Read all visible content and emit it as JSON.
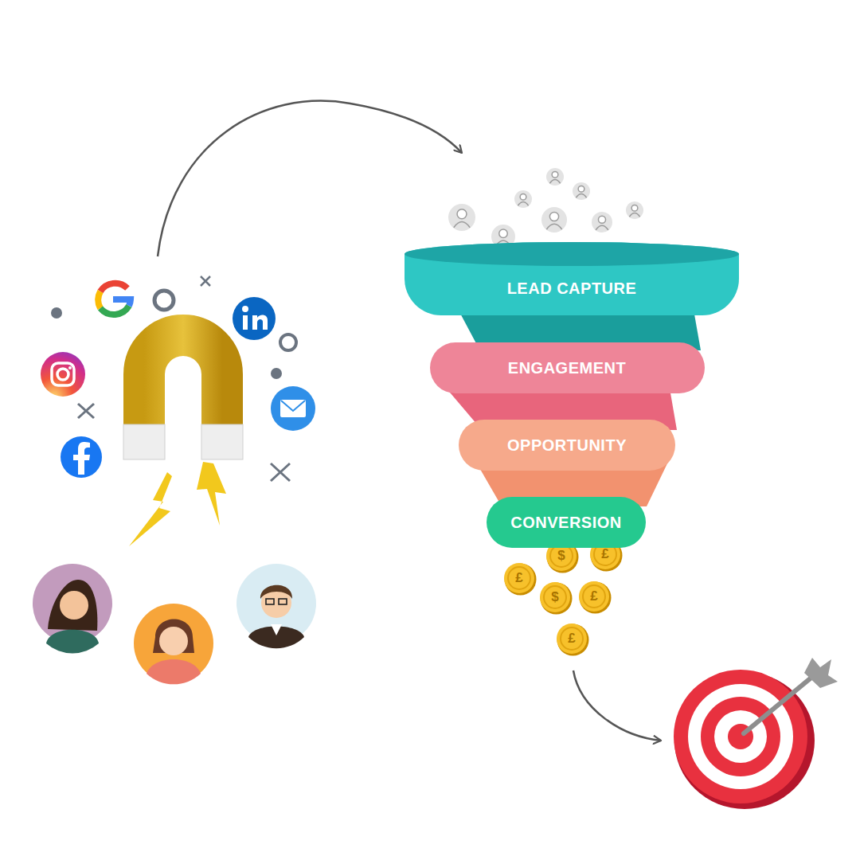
{
  "diagram": {
    "nodes": [
      {
        "text": [
          "LEAD CAPTURE"
        ]
      },
      {
        "text": [
          "ENGAGEMENT"
        ]
      },
      {
        "text": [
          "OPPORTUNITY"
        ]
      },
      {
        "text": [
          "CONVERSION"
        ]
      }
    ],
    "labels": [
      "$",
      "£",
      "£",
      "$",
      "£",
      "£"
    ]
  }
}
